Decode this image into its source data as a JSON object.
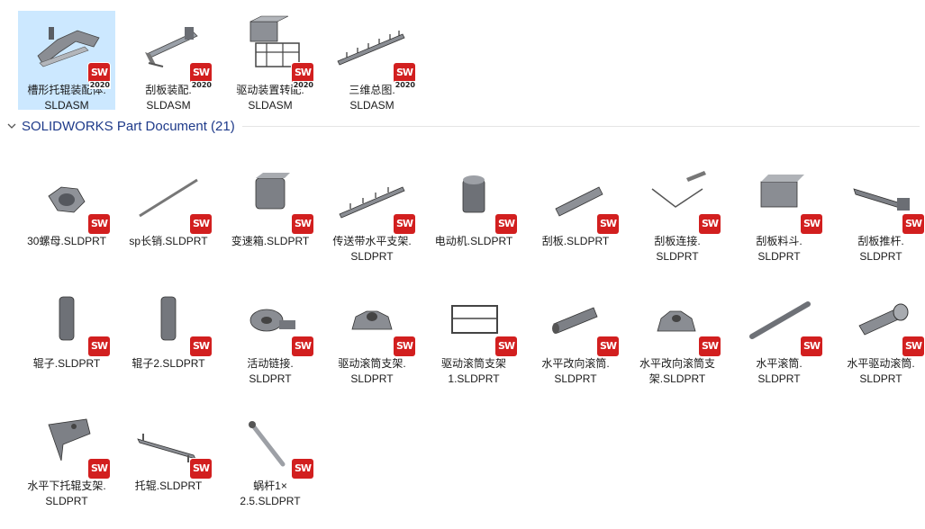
{
  "assemblies": [
    {
      "name": "槽形托辊装配体.SLDASM",
      "line1": "槽形托辊装配体.",
      "line2": "SLDASM",
      "selected": true,
      "icon": "solidworks-2020-icon",
      "version": "2020"
    },
    {
      "name": "刮板装配.SLDASM",
      "line1": "刮板装配.",
      "line2": "SLDASM",
      "icon": "solidworks-2020-icon",
      "version": "2020"
    },
    {
      "name": "驱动装置转配.SLDASM",
      "line1": "驱动装置转配.",
      "line2": "SLDASM",
      "icon": "solidworks-2020-icon",
      "version": "2020"
    },
    {
      "name": "三维总图.SLDASM",
      "line1": "三维总图.",
      "line2": "SLDASM",
      "icon": "solidworks-2020-icon",
      "version": "2020"
    }
  ],
  "group": {
    "title": "SOLIDWORKS Part Document (21)",
    "expanded": true
  },
  "parts": [
    {
      "line1": "30螺母.SLDPRT",
      "line2": ""
    },
    {
      "line1": "sp长销.SLDPRT",
      "line2": ""
    },
    {
      "line1": "变速箱.SLDPRT",
      "line2": ""
    },
    {
      "line1": "传送带水平支架.",
      "line2": "SLDPRT"
    },
    {
      "line1": "电动机.SLDPRT",
      "line2": ""
    },
    {
      "line1": "刮板.SLDPRT",
      "line2": ""
    },
    {
      "line1": "刮板连接.",
      "line2": "SLDPRT"
    },
    {
      "line1": "刮板料斗.",
      "line2": "SLDPRT"
    },
    {
      "line1": "刮板推杆.",
      "line2": "SLDPRT"
    },
    {
      "line1": "辊子.SLDPRT",
      "line2": ""
    },
    {
      "line1": "辊子2.SLDPRT",
      "line2": ""
    },
    {
      "line1": "活动链接.",
      "line2": "SLDPRT"
    },
    {
      "line1": "驱动滚筒支架.",
      "line2": "SLDPRT"
    },
    {
      "line1": "驱动滚筒支架",
      "line2": "1.SLDPRT"
    },
    {
      "line1": "水平改向滚筒.",
      "line2": "SLDPRT"
    },
    {
      "line1": "水平改向滚筒支",
      "line2": "架.SLDPRT"
    },
    {
      "line1": "水平滚筒.",
      "line2": "SLDPRT"
    },
    {
      "line1": "水平驱动滚筒.",
      "line2": "SLDPRT"
    },
    {
      "line1": "水平下托辊支架.",
      "line2": "SLDPRT"
    },
    {
      "line1": "托辊.SLDPRT",
      "line2": ""
    },
    {
      "line1": "蜗杆1×",
      "line2": "2.5.SLDPRT"
    }
  ],
  "badge_text": "SW",
  "colors": {
    "selection": "#cce8ff",
    "group_title": "#1e3a8a",
    "badge": "#d21f1f"
  }
}
